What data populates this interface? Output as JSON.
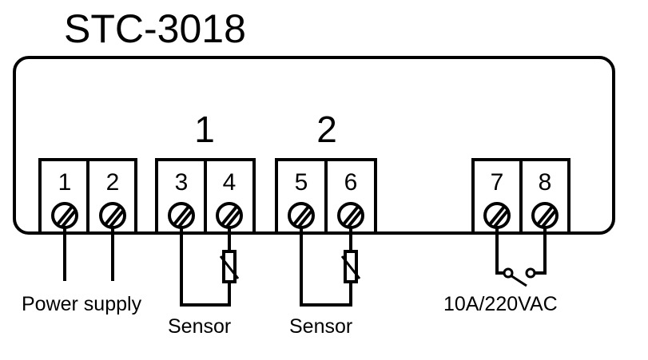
{
  "title": "STC-3018",
  "groups": [
    "1",
    "2"
  ],
  "terminals": [
    "1",
    "2",
    "3",
    "4",
    "5",
    "6",
    "7",
    "8"
  ],
  "labels": {
    "power": "Power supply",
    "sensor1": "Sensor",
    "sensor2": "Sensor",
    "relay": "10A/220VAC"
  },
  "colors": {
    "line": "#000000",
    "background": "#ffffff"
  },
  "icons": {
    "screw": "screw-terminal-icon",
    "thermistor": "thermistor-icon",
    "relay": "relay-switch-icon"
  }
}
